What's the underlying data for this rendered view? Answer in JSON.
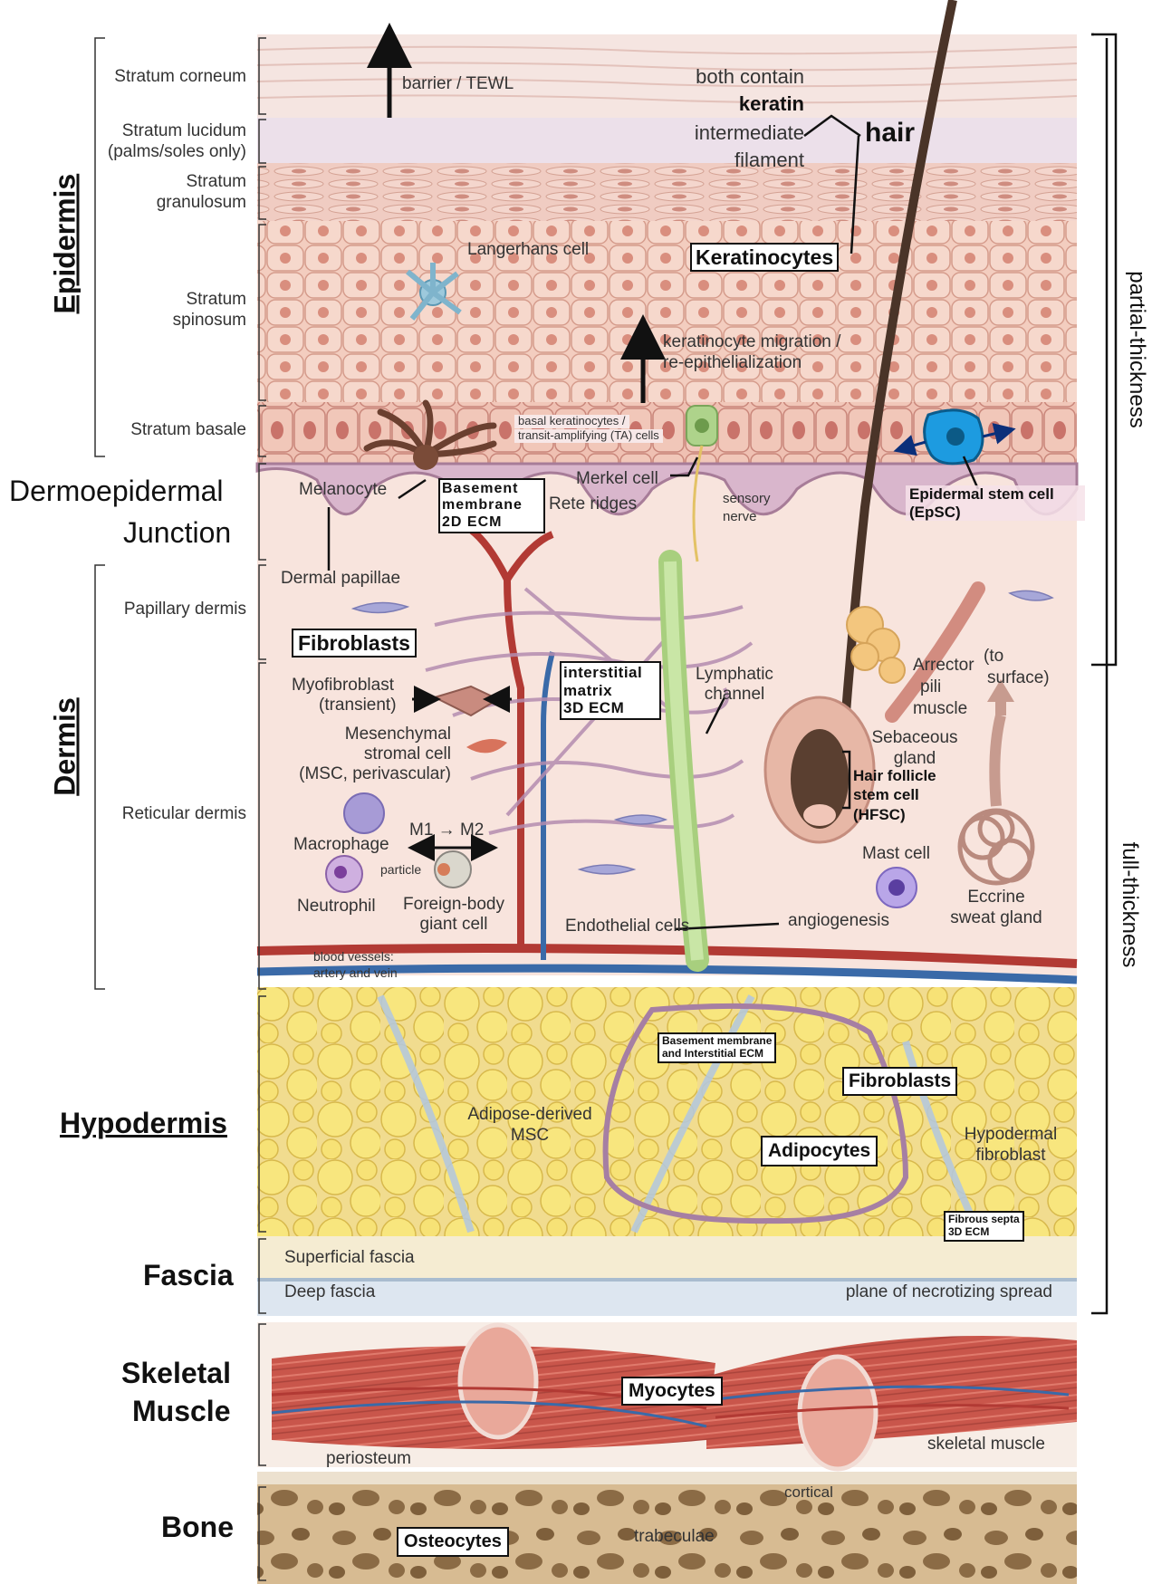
{
  "layers": {
    "epidermis": "Epidermis",
    "dej_line1": "Dermoepidermal",
    "dej_line2": "Junction",
    "dermis": "Dermis",
    "hypodermis": "Hypodermis",
    "fascia": "Fascia",
    "muscle_line1": "Skeletal",
    "muscle_line2": "Muscle",
    "bone": "Bone"
  },
  "sublayers": {
    "corneum": "Stratum corneum",
    "lucidum1": "Stratum lucidum",
    "lucidum2": "(palms/soles only)",
    "granulosum1": "Stratum",
    "granulosum2": "granulosum",
    "spinosum1": "Stratum",
    "spinosum2": "spinosum",
    "basale": "Stratum basale",
    "papillary": "Papillary dermis",
    "reticular": "Reticular dermis"
  },
  "thickness": {
    "partial": "partial-thickness",
    "full": "full-thickness"
  },
  "epidermis_labels": {
    "barrier": "barrier / TEWL",
    "keratin1": "both contain",
    "keratin2": "keratin",
    "keratin3": "intermediate",
    "keratin4": "filament",
    "hair": "hair",
    "langerhans": "Langerhans cell",
    "keratinocytes": "Keratinocytes",
    "migration1": "keratinocyte migration /",
    "migration2": "re-epithelialization",
    "basal1": "basal keratinocytes /",
    "basal2": "transit-amplifying (TA) cells"
  },
  "dej_labels": {
    "melanocyte": "Melanocyte",
    "bm1": "Basement",
    "bm2": "membrane",
    "bm3": "2D ECM",
    "merkel": "Merkel cell",
    "rete": "Rete ridges",
    "sensory1": "sensory",
    "sensory2": "nerve",
    "epsc1": "Epidermal stem cell",
    "epsc2": "(EpSC)",
    "papillae": "Dermal papillae"
  },
  "dermis_labels": {
    "fibroblasts": "Fibroblasts",
    "myofib1": "Myofibroblast",
    "myofib2": "(transient)",
    "msc1": "Mesenchymal",
    "msc2": "stromal cell",
    "msc3": "(MSC, perivascular)",
    "macrophage": "Macrophage",
    "m1m2": "M1 → M2",
    "particle": "particle",
    "neutrophil": "Neutrophil",
    "fbgc1": "Foreign-body",
    "fbgc2": "giant cell",
    "im1": "interstitial",
    "im2": "matrix",
    "im3": "3D ECM",
    "lymph1": "Lymphatic",
    "lymph2": "channel",
    "arrector1": "Arrector",
    "arrector2": "pili",
    "arrector3": "muscle",
    "surface1": "(to",
    "surface2": "surface)",
    "sebaceous1": "Sebaceous",
    "sebaceous2": "gland",
    "hfsc1": "Hair follicle",
    "hfsc2": "stem cell",
    "hfsc3": "(HFSC)",
    "mast": "Mast cell",
    "eccrine1": "Eccrine",
    "eccrine2": "sweat gland",
    "endothelial": "Endothelial cells",
    "angiogenesis": "angiogenesis",
    "vessels1": "blood vessels:",
    "vessels2": "artery and vein"
  },
  "hypodermis_labels": {
    "adipose1": "Adipose-derived",
    "adipose2": "MSC",
    "bmie1": "Basement membrane",
    "bmie2": "and Interstitial ECM",
    "fibroblasts": "Fibroblasts",
    "adipocytes": "Adipocytes",
    "hypofib1": "Hypodermal",
    "hypofib2": "fibroblast",
    "septa1": "Fibrous septa",
    "septa2": "3D ECM"
  },
  "fascia_labels": {
    "superficial": "Superficial fascia",
    "deep": "Deep fascia",
    "plane": "plane of necrotizing spread"
  },
  "muscle_labels": {
    "myocytes": "Myocytes",
    "skeletal": "skeletal muscle",
    "periosteum": "periosteum"
  },
  "bone_labels": {
    "cortical": "cortical",
    "trabeculae": "trabeculae",
    "osteocytes": "Osteocytes"
  },
  "colors": {
    "skin": "#f3d3c7",
    "corneum": "#f4e3df",
    "lucidum": "#eadbe6",
    "dermis": "#f8e4dd",
    "membrane": "#b58aa6",
    "fat": "#f6e07a",
    "fat_edge": "#d9b94a",
    "fascia": "#dfe8f2",
    "muscle": "#c8554b",
    "bone": "#d4b88f",
    "artery": "#b23a34",
    "vein": "#3a6aa8",
    "lymph": "#b9d98c",
    "hair": "#4a3428",
    "epsc": "#1d9be0"
  }
}
